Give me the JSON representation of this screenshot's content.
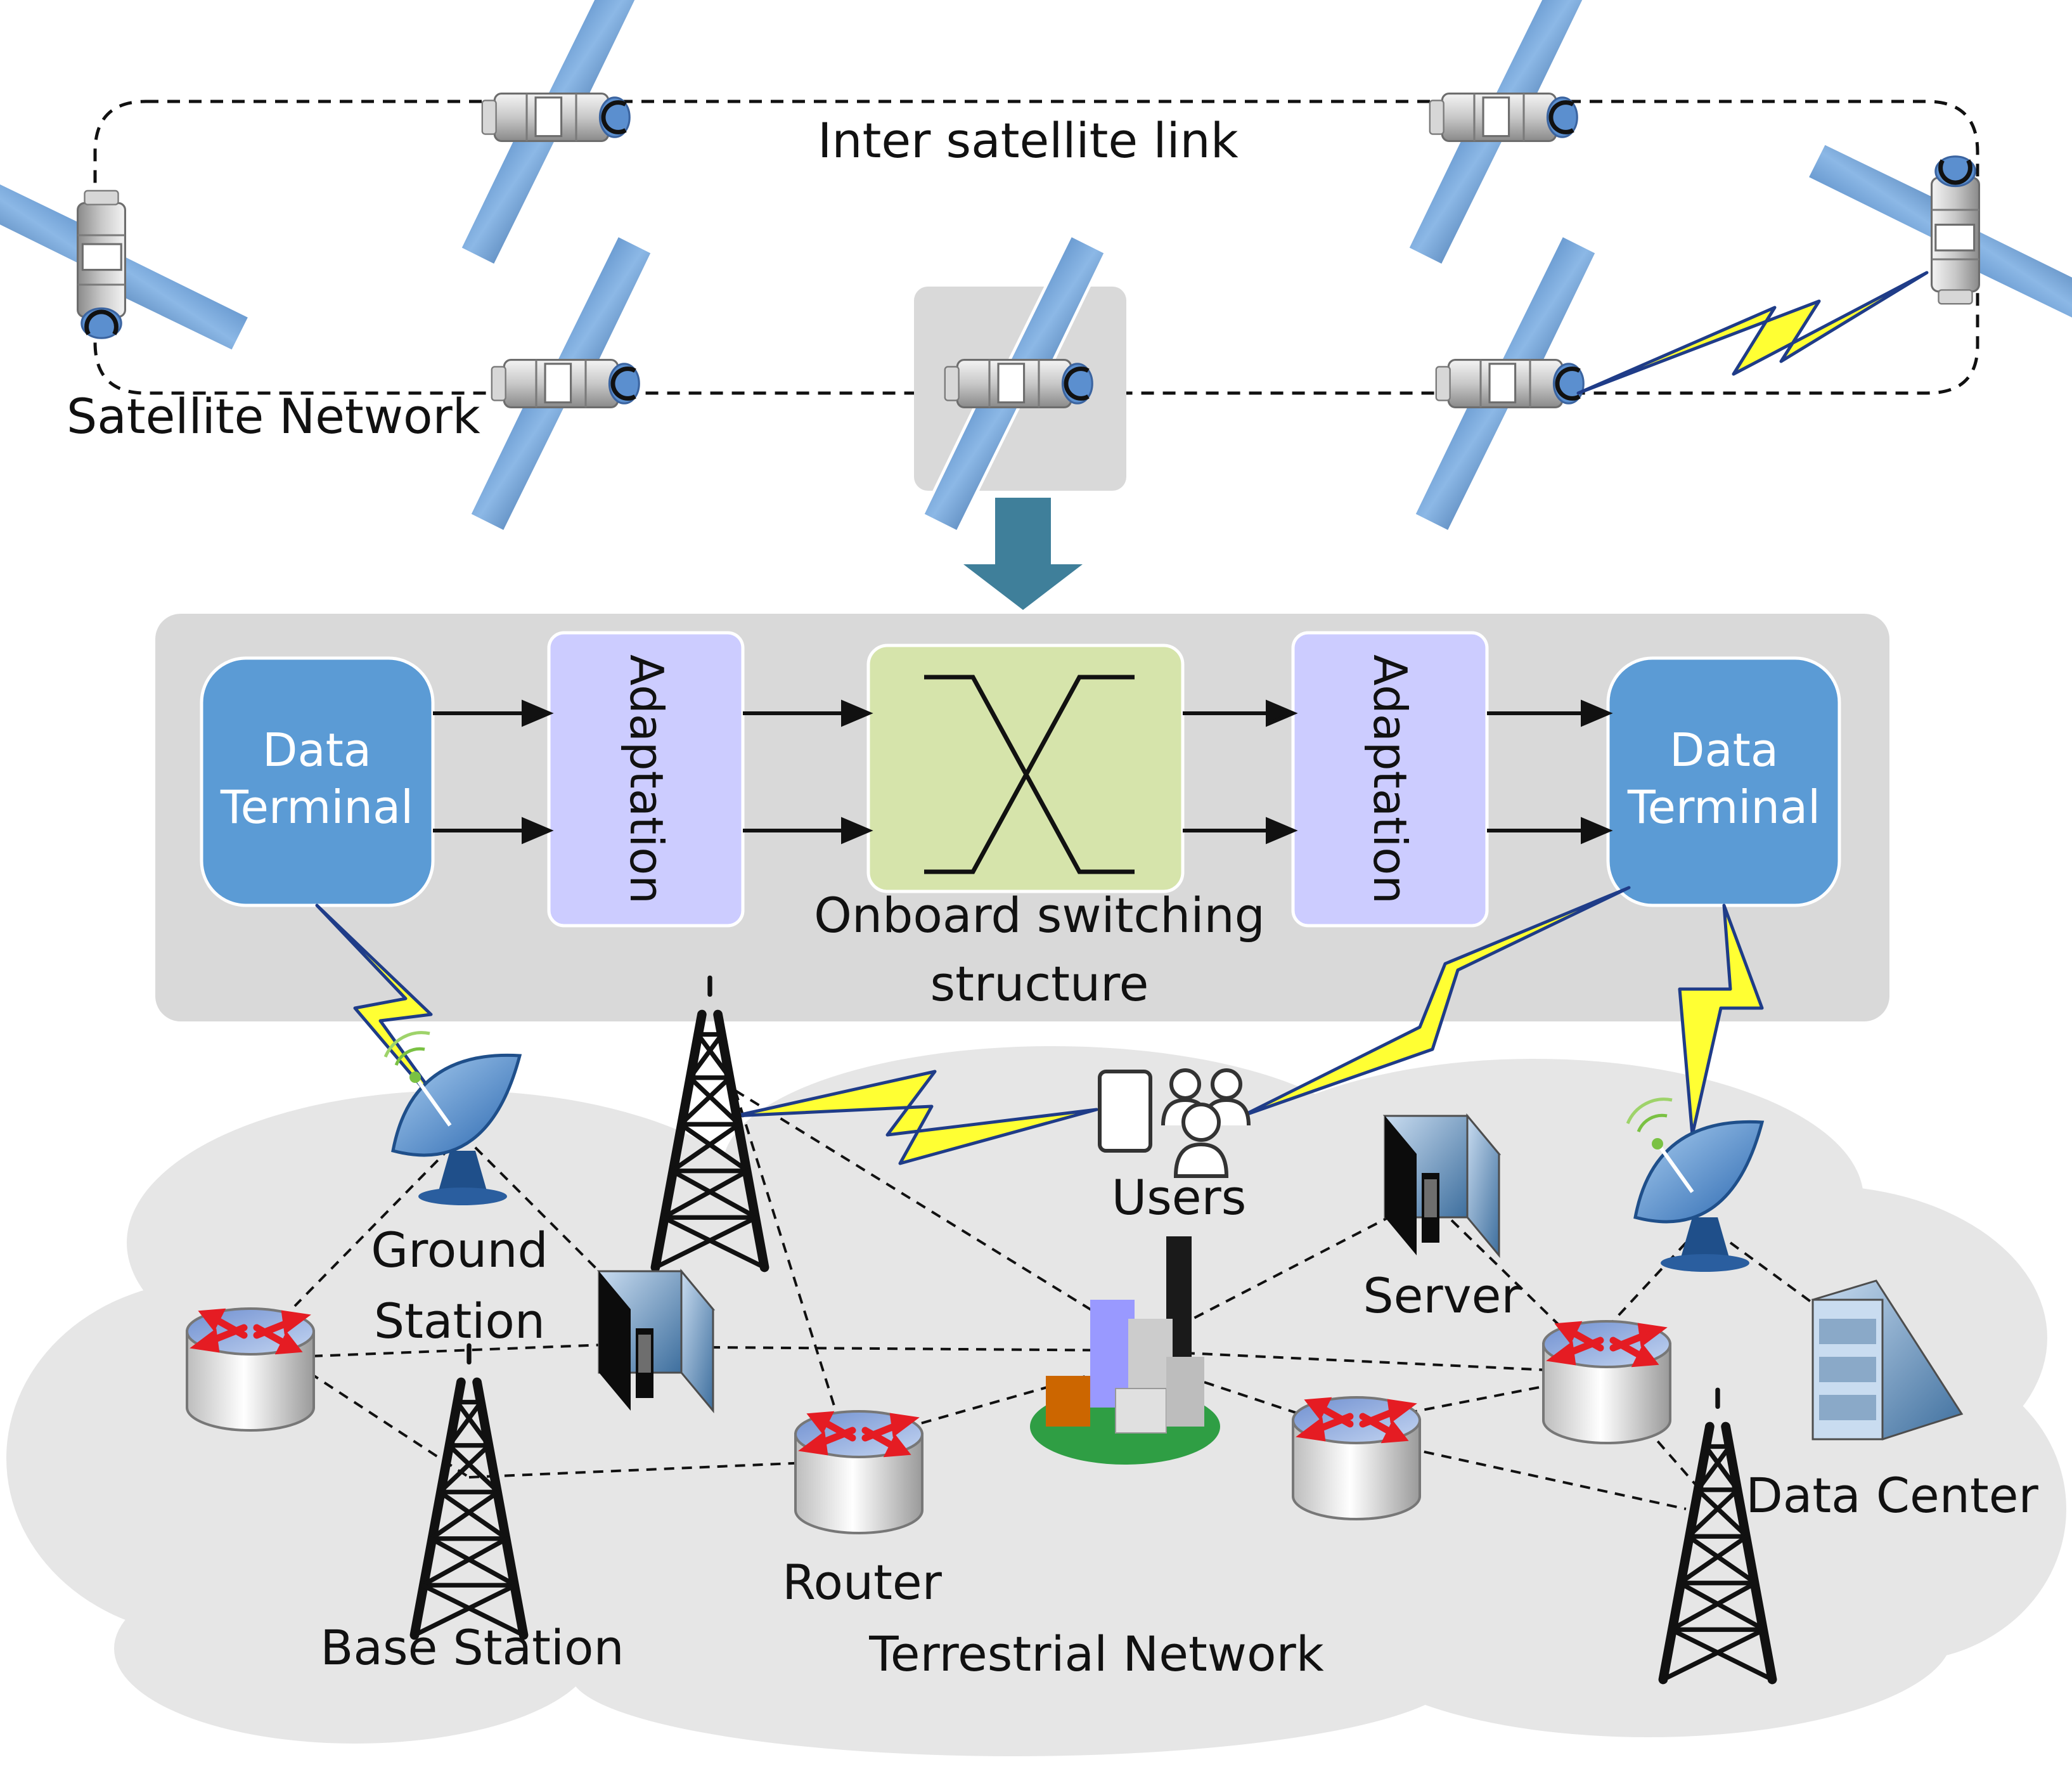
{
  "labels": {
    "inter_satellite_link": "Inter satellite link",
    "satellite_network": "Satellite Network",
    "onboard_line1": "Onboard switching",
    "onboard_line2": "structure",
    "users": "Users",
    "ground_station_line1": "Ground",
    "ground_station_line2": "Station",
    "server": "Server",
    "router": "Router",
    "base_station": "Base Station",
    "terrestrial_network": "Terrestrial Network",
    "data_center": "Data Center"
  },
  "blocks": {
    "data_terminal_left_line1": "Data",
    "data_terminal_left_line2": "Terminal",
    "adaptation_left": "Adaptation",
    "adaptation_right": "Adaptation",
    "data_terminal_right_line1": "Data",
    "data_terminal_right_line2": "Terminal"
  },
  "colors": {
    "data_terminal": "#5b9bd5",
    "adaptation": "#ccccff",
    "switch": "#d6e4ab",
    "panel": "#d9d9d9",
    "cloud": "#e6e6e6",
    "lightning": "#ffff33",
    "down_arrow": "#3f7f9a",
    "router_arrow": "#e51c23"
  },
  "icons": {
    "satellite": "satellite-icon",
    "tower": "radio-tower-icon",
    "dish": "satellite-dish-icon",
    "router": "router-icon",
    "server": "server-icon",
    "datacenter": "data-center-icon",
    "city": "city-buildings-icon",
    "users": "users-icon"
  }
}
